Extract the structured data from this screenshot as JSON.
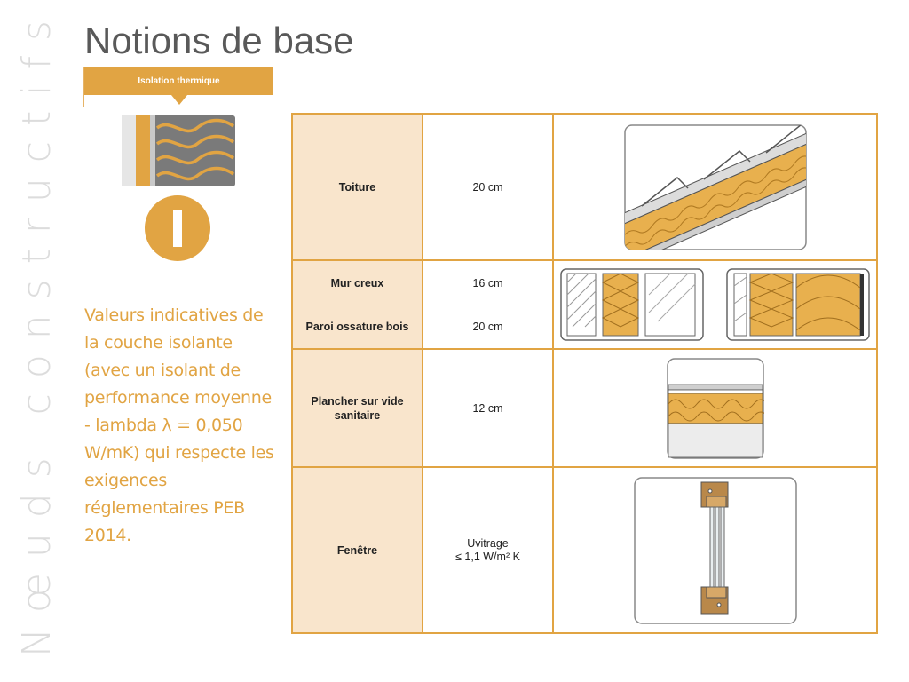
{
  "side_title": "Nœuds constructifs",
  "page_title": "Notions de base",
  "ribbon_label": "Isolation thermique",
  "badge_letter": "I",
  "side_text": "Valeurs indicatives de la couche isolante (avec un isolant de performance moyenne - lambda λ = 0,050 W/mK) qui respecte les exigences réglementaires PEB 2014.",
  "colors": {
    "accent": "#e1a443",
    "label_bg": "#f9e5cc",
    "insulation": "#e8b04e",
    "title": "#595959"
  },
  "table": {
    "rows": [
      {
        "labels": [
          "Toiture"
        ],
        "values": [
          "20 cm"
        ],
        "illustration": "roof-section"
      },
      {
        "labels": [
          "Mur creux",
          "Paroi ossature bois"
        ],
        "values": [
          "16 cm",
          "20 cm"
        ],
        "illustration": "wall-sections"
      },
      {
        "labels": [
          "Plancher sur vide sanitaire"
        ],
        "values": [
          "12 cm"
        ],
        "illustration": "floor-section"
      },
      {
        "labels": [
          "Fenêtre"
        ],
        "values": [
          "Uvitrage",
          "≤ 1,1 W/m² K"
        ],
        "illustration": "window-section"
      }
    ]
  }
}
